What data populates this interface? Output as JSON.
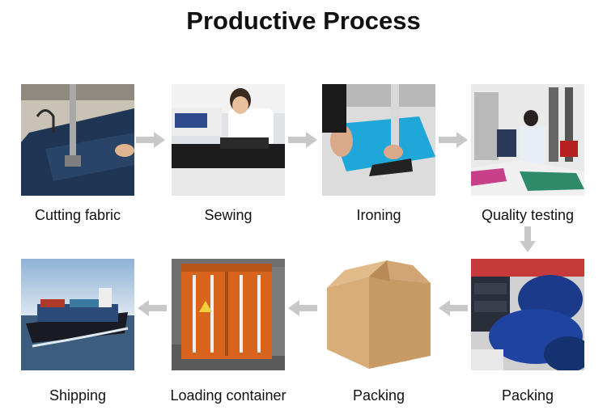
{
  "title": "Productive Process",
  "steps": [
    {
      "label": "Cutting fabric",
      "icon": "cutting-fabric-photo"
    },
    {
      "label": "Sewing",
      "icon": "sewing-photo"
    },
    {
      "label": "Ironing",
      "icon": "ironing-photo"
    },
    {
      "label": "Quality testing",
      "icon": "quality-testing-photo"
    },
    {
      "label": "Packing",
      "icon": "packed-garments-photo"
    },
    {
      "label": "Packing",
      "icon": "cardboard-box-photo"
    },
    {
      "label": "Loading container",
      "icon": "shipping-container-photo"
    },
    {
      "label": "Shipping",
      "icon": "cargo-ship-photo"
    }
  ],
  "colors": {
    "arrow": "#c8c8c8",
    "text": "#111111"
  }
}
